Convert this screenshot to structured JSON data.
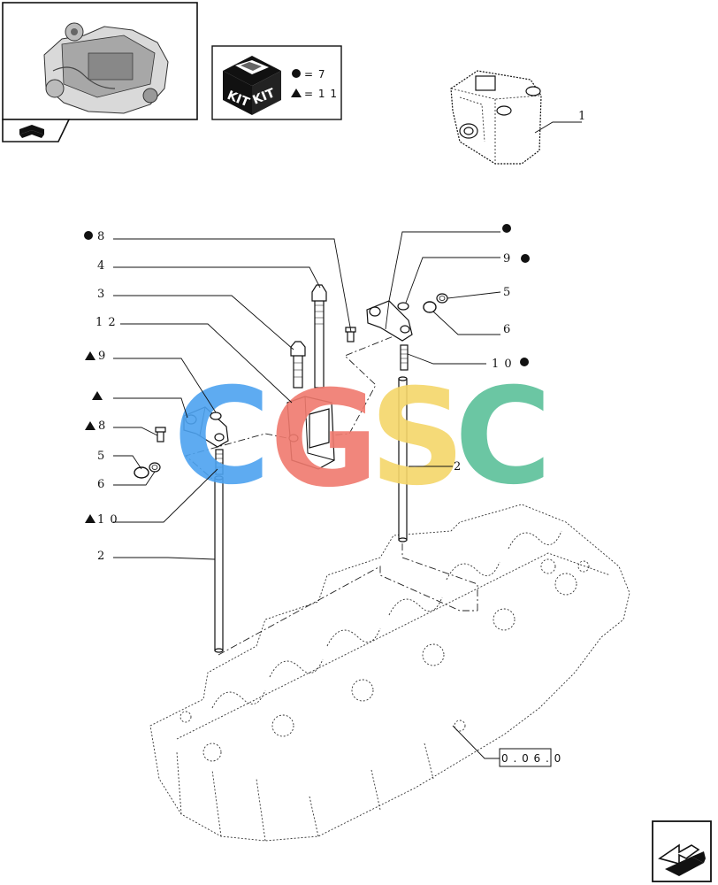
{
  "kit_legend": {
    "box_text_left": "KIT",
    "box_text_right": "KIT",
    "circle_eq": "= 7",
    "triangle_eq": "= 1 1"
  },
  "callouts": {
    "c1": "1",
    "c2a": "2",
    "c2b": "2",
    "c3": "3",
    "c4": "4",
    "c5a": "5",
    "c5b": "5",
    "c6a": "6",
    "c6b": "6",
    "c8a": "8",
    "c8b": "8",
    "c9a": "9",
    "c9b": "9",
    "c10a": "1 0",
    "c10b": "1 0",
    "c12": "1 2"
  },
  "reference_box": "0 . 0 6 . 0",
  "watermark": {
    "letters": [
      "C",
      "G",
      "S",
      "C"
    ],
    "colors": [
      "#4da3f0",
      "#f07a6e",
      "#f5d66a",
      "#5cc09a"
    ]
  },
  "symbols": {
    "circle": "filled-circle-icon",
    "triangle": "filled-triangle-icon"
  }
}
